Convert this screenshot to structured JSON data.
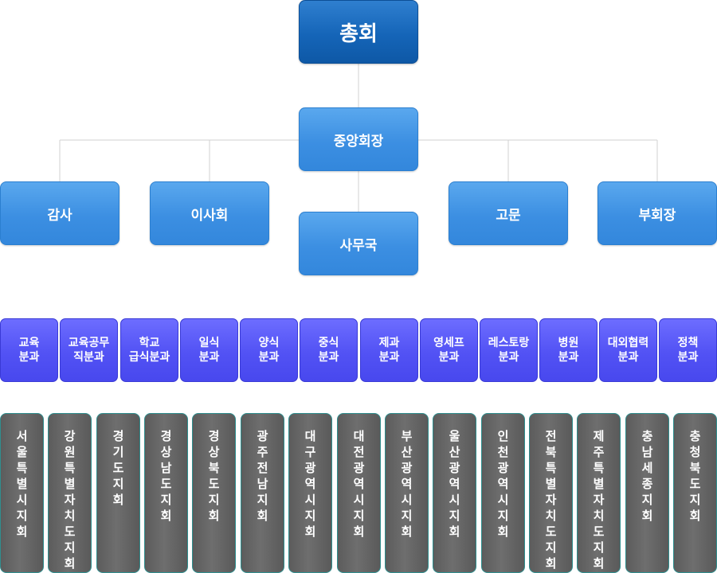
{
  "top": {
    "label": "총회"
  },
  "chair": {
    "label": "중앙회장"
  },
  "level2": [
    {
      "id": "audit",
      "label": "감사"
    },
    {
      "id": "board",
      "label": "이사회"
    },
    {
      "id": "secretariat",
      "label": "사무국"
    },
    {
      "id": "advisor",
      "label": "고문"
    },
    {
      "id": "vice-chair",
      "label": "부회장"
    }
  ],
  "divisions": [
    {
      "label": "교육\n분과"
    },
    {
      "label": "교육공무\n직분과"
    },
    {
      "label": "학교\n급식분과"
    },
    {
      "label": "일식\n분과"
    },
    {
      "label": "양식\n분과"
    },
    {
      "label": "중식\n분과"
    },
    {
      "label": "제과\n분과"
    },
    {
      "label": "영세프\n분과"
    },
    {
      "label": "레스토랑\n분과"
    },
    {
      "label": "병원\n분과"
    },
    {
      "label": "대외협력\n분과"
    },
    {
      "label": "정책\n분과"
    }
  ],
  "branches": [
    {
      "label": "서울특별시지회"
    },
    {
      "label": "강원특별자치도지회"
    },
    {
      "label": "경기도지회"
    },
    {
      "label": "경상남도지회"
    },
    {
      "label": "경상북도지회"
    },
    {
      "label": "광주전남지회"
    },
    {
      "label": "대구광역시지회"
    },
    {
      "label": "대전광역시지회"
    },
    {
      "label": "부산광역시지회"
    },
    {
      "label": "울산광역시지회"
    },
    {
      "label": "인천광역시지회"
    },
    {
      "label": "전북특별자치도지회"
    },
    {
      "label": "제주특별자치도지회"
    },
    {
      "label": "충남세종지회"
    },
    {
      "label": "충청북도지회"
    }
  ]
}
